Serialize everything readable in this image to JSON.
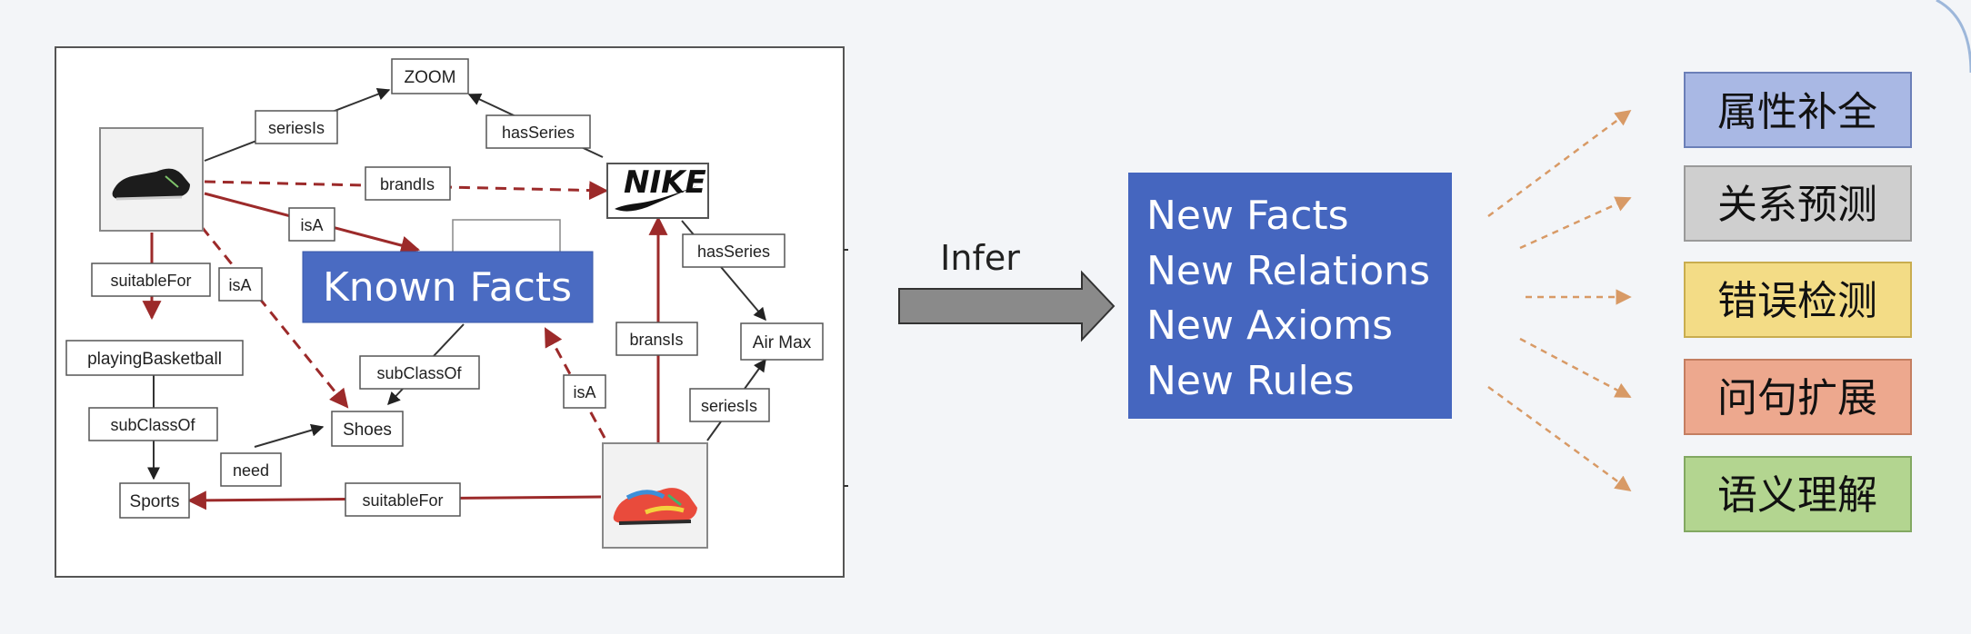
{
  "graph": {
    "nodes": {
      "zoom": "ZOOM",
      "air_max": "Air Max",
      "playing_basketball": "playingBasketball",
      "shoes": "Shoes",
      "sports": "Sports"
    },
    "edges": {
      "series_is_1": "seriesIs",
      "has_series_1": "hasSeries",
      "brand_is": "brandIs",
      "is_a_1": "isA",
      "suitable_for_1": "suitableFor",
      "is_a_2": "isA",
      "has_series_2": "hasSeries",
      "sub_class_of_1": "subClassOf",
      "brans_is": "bransIs",
      "is_a_3": "isA",
      "series_is_2": "seriesIs",
      "sub_class_of_2": "subClassOf",
      "need": "need",
      "suitable_for_2": "suitableFor"
    },
    "logo_text": "NIKE",
    "overlay_label": "Known Facts"
  },
  "infer_label": "Infer",
  "new_facts": [
    "New Facts",
    "New Relations",
    "New Axioms",
    "New Rules"
  ],
  "tasks": [
    {
      "label": "属性补全",
      "color": "#a9b8e4"
    },
    {
      "label": "关系预测",
      "color": "#cfcfcf"
    },
    {
      "label": "错误检测",
      "color": "#f3dc86"
    },
    {
      "label": "问句扩展",
      "color": "#eda88e"
    },
    {
      "label": "语义理解",
      "color": "#b3d590"
    }
  ],
  "colors": {
    "edge_red": "#9c2a2a",
    "known_facts_box": "#4a6bc2",
    "new_facts_box": "#4566bf",
    "dashed_orange": "#d89a66"
  }
}
